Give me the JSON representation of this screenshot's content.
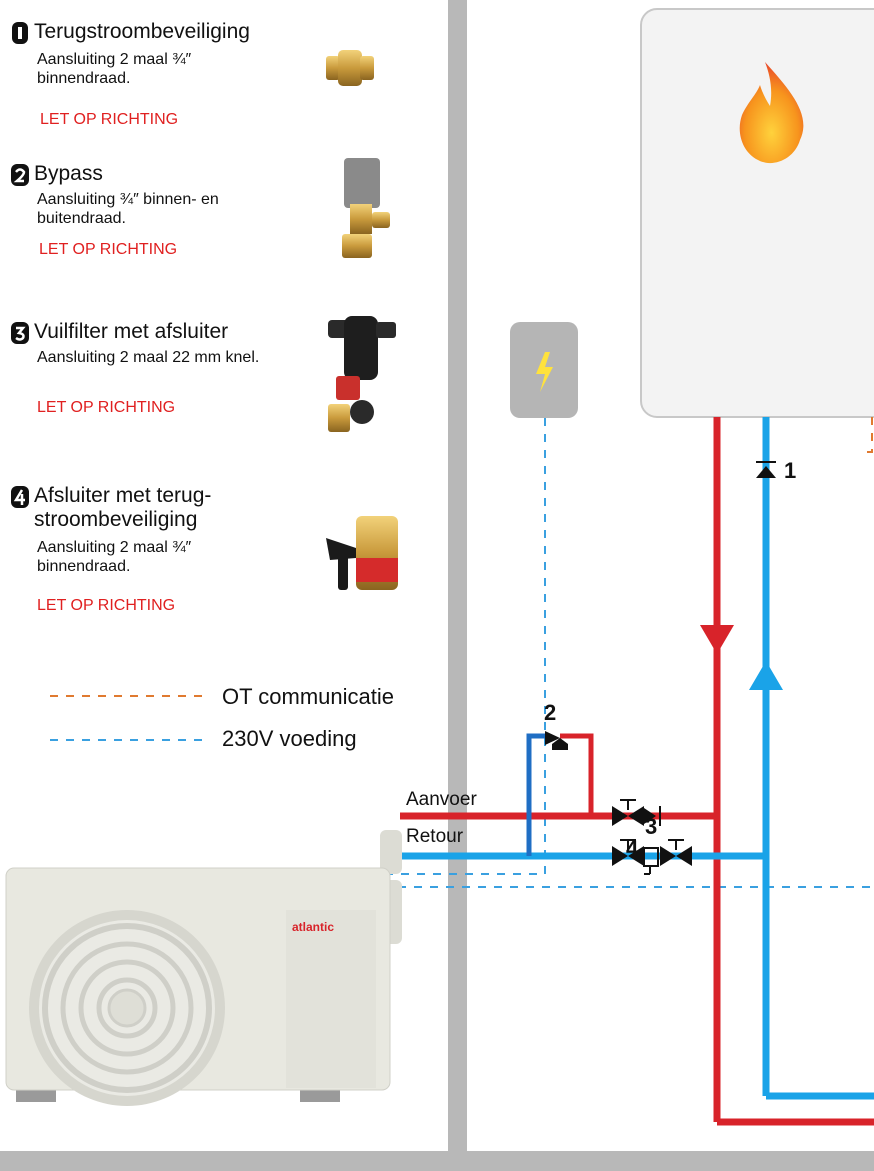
{
  "legend_items": [
    {
      "num": "1",
      "title": "Terugstroombeveiliging",
      "desc": "Aansluiting 2 maal ¾″ binnendraad.",
      "warning": "LET OP RICHTING"
    },
    {
      "num": "2",
      "title": "Bypass",
      "desc": "Aansluiting ¾″ binnen- en buitendraad.",
      "warning": "LET OP RICHTING"
    },
    {
      "num": "3",
      "title": "Vuilfilter met afsluiter",
      "desc": "Aansluiting 2 maal 22 mm knel.",
      "warning": "LET OP RICHTING"
    },
    {
      "num": "4",
      "title": "Afsluiter met terug-stroombeveiliging",
      "desc": "Aansluiting 2 maal ¾″ binnendraad.",
      "warning": "LET OP RICHTING"
    }
  ],
  "line_legend": [
    {
      "label": "OT communicatie",
      "color": "#e07a30"
    },
    {
      "label": "230V voeding",
      "color": "#3aa0e0"
    }
  ],
  "pipes": {
    "return_label": "Retour",
    "supply_label": "Aanvoer"
  },
  "outdoor_unit": {
    "brand": "atlantic"
  },
  "diagram_numbers": {
    "n1": "1",
    "n2": "2",
    "n3": "3",
    "n4": "4"
  },
  "colors": {
    "hot": "#d8232a",
    "cold": "#1aa3e8",
    "wall": "#b8b8b8",
    "ot": "#e07a30",
    "power": "#3aa0e0"
  }
}
